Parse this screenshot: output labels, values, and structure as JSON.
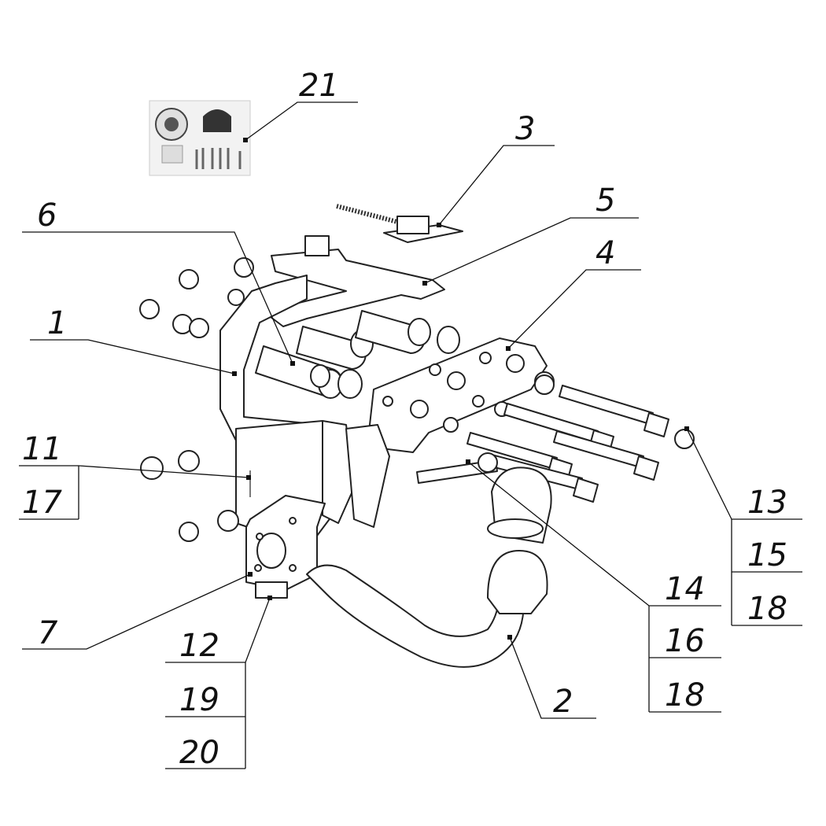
{
  "labels": {
    "l1": "1",
    "l2": "2",
    "l3": "3",
    "l4": "4",
    "l5": "5",
    "l6": "6",
    "l7": "7",
    "l11": "11",
    "l12": "12",
    "l13": "13",
    "l14": "14",
    "l15": "15",
    "l16": "16",
    "l17": "17",
    "l18a": "18",
    "l18b": "18",
    "l19": "19",
    "l20": "20",
    "l21": "21"
  }
}
